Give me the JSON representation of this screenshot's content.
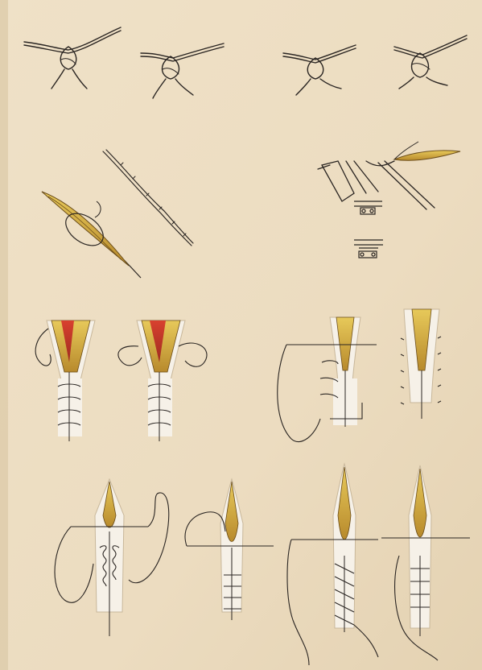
{
  "plate": {
    "paper_color": "#ecdcc0",
    "edge_color": "#dcc9a6",
    "thread_color": "#2a2522",
    "skin_color": "#f6f1e8",
    "wound_yellow": "#d9b640",
    "wound_ochre": "#b98a2a",
    "wound_red": "#c8352a",
    "figures": [
      {
        "group": "surgical-knots",
        "count": 4
      },
      {
        "group": "sutured-ligature-threads",
        "count": 2
      },
      {
        "group": "tissue-forceps-and-clip-details",
        "count": 3
      },
      {
        "group": "wound-suture-stages",
        "count": 4
      },
      {
        "group": "wound-closure-techniques",
        "count": 4
      }
    ]
  }
}
